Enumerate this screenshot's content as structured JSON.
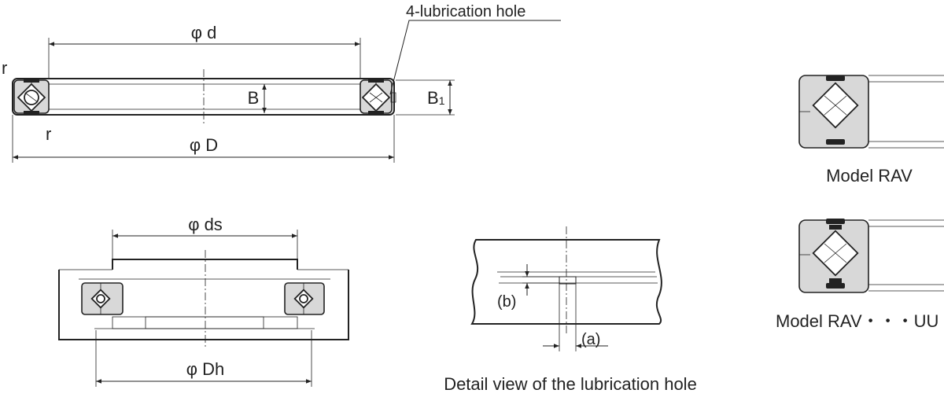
{
  "labels": {
    "lubrication_hole": "4-lubrication hole",
    "phi_d": "φ d",
    "B": "B",
    "B1": "B",
    "B1_sub": "1",
    "r_top": "r",
    "r_bottom": "r",
    "phi_D": "φ D",
    "phi_ds": "φ ds",
    "phi_Dh": "φ Dh",
    "b": "(b)",
    "a": "(a)",
    "detail_caption": "Detail view of the lubrication hole",
    "model_rav": "Model RAV",
    "model_rav_uu": "Model RAV・・・UU"
  },
  "colors": {
    "line": "#222222",
    "ring_fill": "#d8d8d8",
    "background": "#ffffff"
  }
}
